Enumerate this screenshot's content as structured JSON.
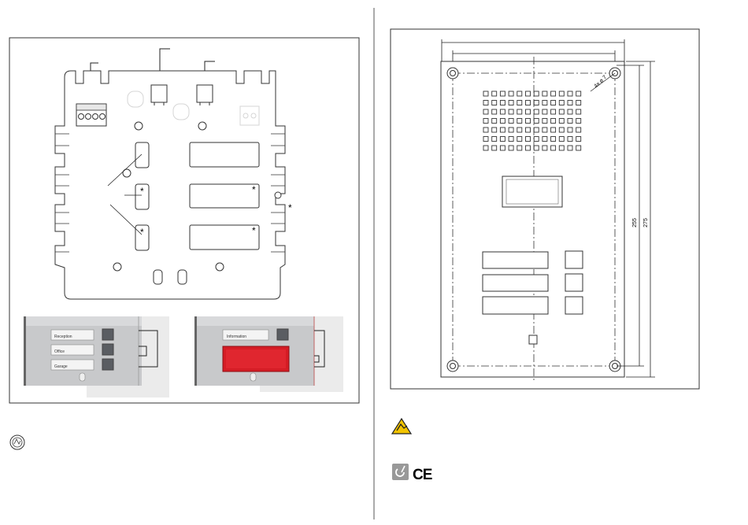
{
  "left_panel": {
    "labels": {
      "reception": "Reception",
      "office": "Office",
      "garage": "Garage",
      "information": "Information"
    },
    "star": "*"
  },
  "right_panel": {
    "dimensions": {
      "height_inner": "255",
      "height_outer": "275",
      "holes": "4x ⌀ 7"
    }
  },
  "marks": {
    "ce": "CE"
  },
  "colors": {
    "line": "#333333",
    "display_red": "#d51c25",
    "panel_grey": "#d6d6d6",
    "esd_yellow": "#f2c400"
  },
  "icons": [
    "terminal-block-icon",
    "esd-warning-icon",
    "ce-mark-icon",
    "disposal-recycle-icon",
    "approval-seal-icon"
  ]
}
